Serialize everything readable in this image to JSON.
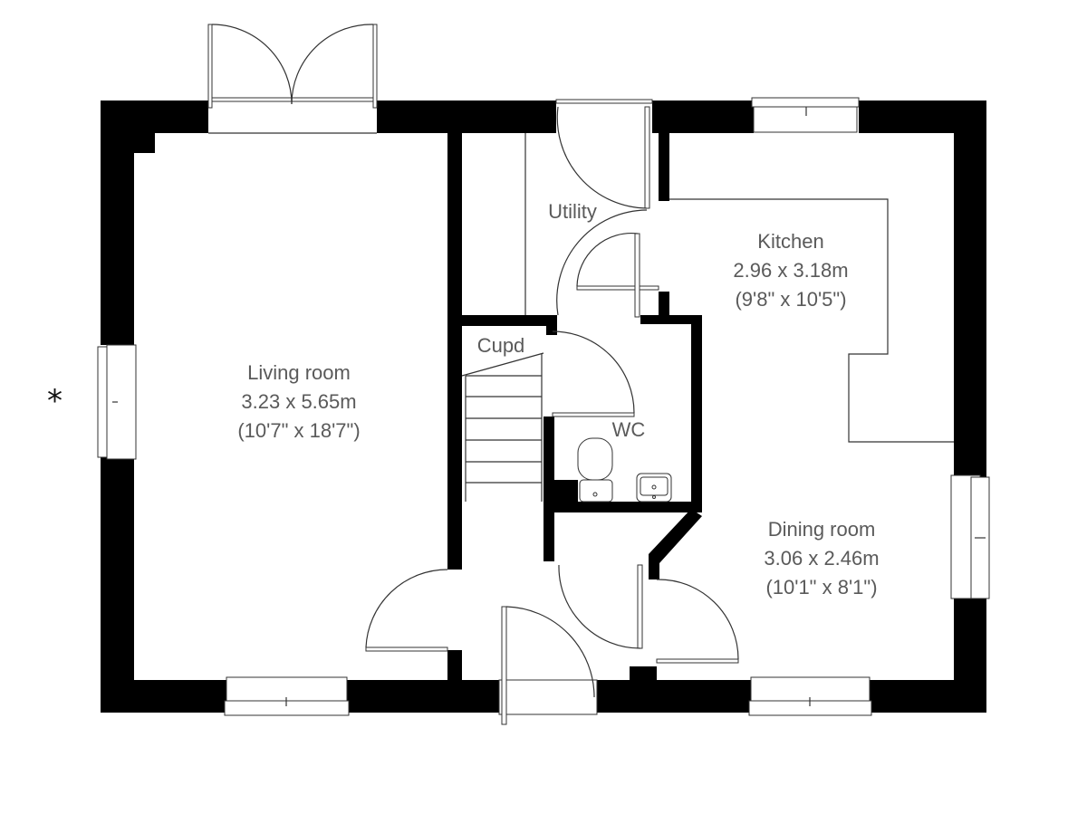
{
  "plan": {
    "type": "ground-floor-plan",
    "compass_marker": "*",
    "colors": {
      "wall": "#000000",
      "text": "#5a5a5a",
      "line": "#333333",
      "background": "#ffffff"
    }
  },
  "rooms": [
    {
      "id": "living",
      "name": "Living room",
      "metric": "3.23 x 5.65m",
      "imperial": "(10'7\" x 18'7\")"
    },
    {
      "id": "kitchen",
      "name": "Kitchen",
      "metric": "2.96 x 3.18m",
      "imperial": "(9'8\" x 10'5\")"
    },
    {
      "id": "dining",
      "name": "Dining room",
      "metric": "3.06 x 2.46m",
      "imperial": "(10'1\" x 8'1\")"
    },
    {
      "id": "utility",
      "name": "Utility"
    },
    {
      "id": "cupd",
      "name": "Cupd"
    },
    {
      "id": "wc",
      "name": "WC"
    }
  ],
  "fixtures": [
    "staircase",
    "toilet",
    "basin",
    "kitchen-worktop",
    "french-doors",
    "front-door"
  ]
}
